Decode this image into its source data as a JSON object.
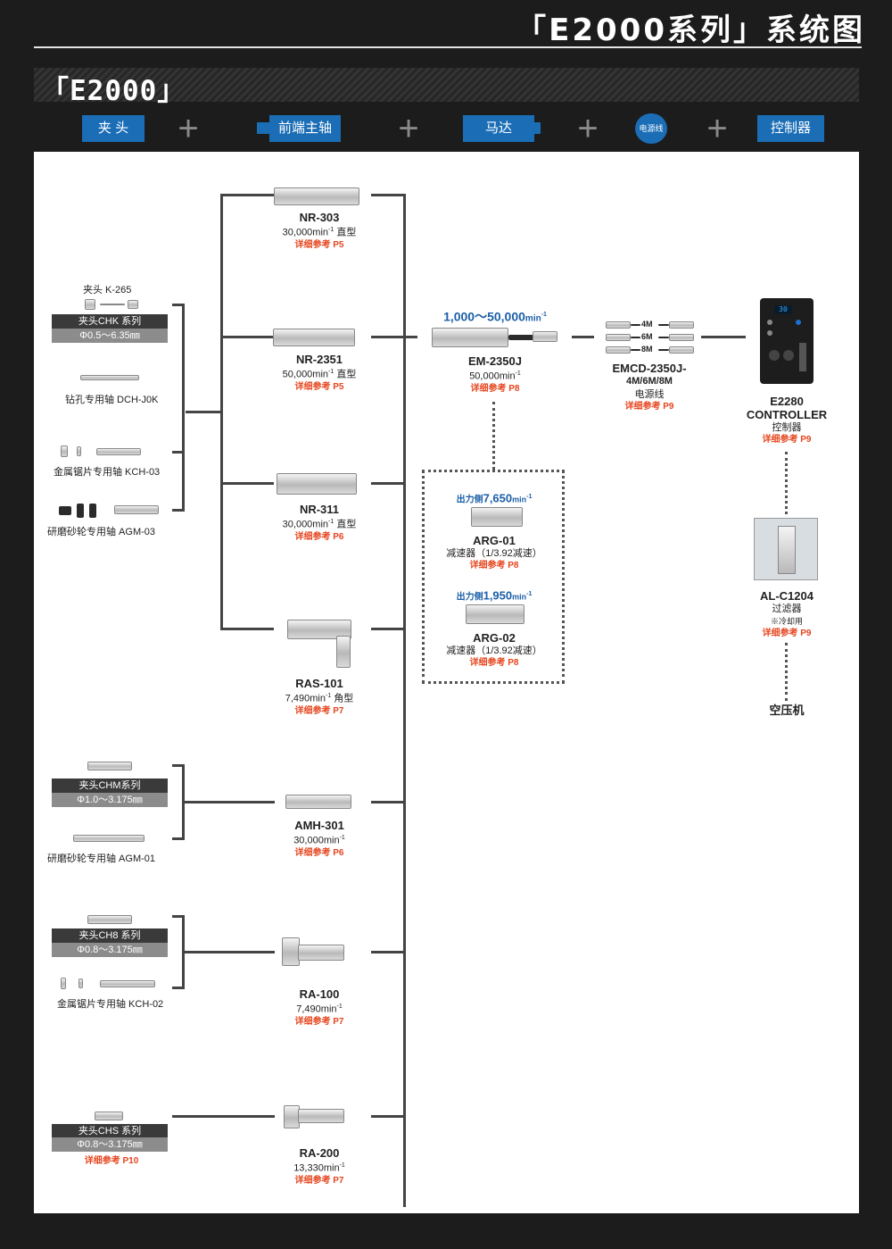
{
  "page": {
    "title": "「E2000系列」系统图",
    "section": "「E2000」"
  },
  "categories": [
    {
      "label": "夹 头",
      "color": "#1b6db6"
    },
    {
      "label": "前端主轴",
      "color": "#1b6db6"
    },
    {
      "label": "马达",
      "color": "#1b6db6"
    },
    {
      "label": "电源线",
      "color": "#1b6db6"
    },
    {
      "label": "控制器",
      "color": "#1b6db6"
    }
  ],
  "plus": "+",
  "chucks": {
    "k265": "夹头 K-265",
    "chk_title": "夹头CHK 系列",
    "chk_range": "Φ0.5～6.35㎜",
    "dch": "钻孔专用轴 DCH-J0K",
    "kch03": "金属锯片专用轴 KCH-03",
    "agm03": "研磨砂轮专用轴 AGM-03",
    "chm_title": "夹头CHM系列",
    "chm_range": "Φ1.0～3.175㎜",
    "agm01": "研磨砂轮专用轴 AGM-01",
    "ch8_title": "夹头CH8 系列",
    "ch8_range": "Φ0.8～3.175㎜",
    "kch02": "金属锯片专用轴 KCH-02",
    "chs_title": "夹头CHS 系列",
    "chs_range": "Φ0.8～3.175㎜",
    "chs_ref": "详细参考 P10"
  },
  "spindles": [
    {
      "name": "NR-303",
      "speed": "30,000min",
      "unit": "-1",
      "type": " 直型",
      "ref": "详细参考 P5"
    },
    {
      "name": "NR-2351",
      "speed": "50,000min",
      "unit": "-1",
      "type": " 直型",
      "ref": "详细参考 P5"
    },
    {
      "name": "NR-311",
      "speed": "30,000min",
      "unit": "-1",
      "type": " 直型",
      "ref": "详细参考 P6"
    },
    {
      "name": "RAS-101",
      "speed": "7,490min",
      "unit": "-1",
      "type": " 角型",
      "ref": "详细参考 P7"
    },
    {
      "name": "AMH-301",
      "speed": "30,000min",
      "unit": "-1",
      "type": "",
      "ref": "详细参考 P6"
    },
    {
      "name": "RA-100",
      "speed": "7,490min",
      "unit": "-1",
      "type": "",
      "ref": "详细参考 P7"
    },
    {
      "name": "RA-200",
      "speed": "13,330min",
      "unit": "-1",
      "type": "",
      "ref": "详细参考 P7"
    }
  ],
  "motor": {
    "range": "1,000～50,000",
    "range_unit": "min",
    "exp": "-1",
    "name": "EM-2350J",
    "speed": "50,000min",
    "unit": "-1",
    "ref": "详细参考 P8"
  },
  "reducers": [
    {
      "prefix": "出力侧",
      "speed": "7,650",
      "unit": "min",
      "exp": "-1",
      "name": "ARG-01",
      "desc": "减速器（1/3.92减速）",
      "ref": "详细参考 P8"
    },
    {
      "prefix": "出力侧",
      "speed": "1,950",
      "unit": "min",
      "exp": "-1",
      "name": "ARG-02",
      "desc": "减速器（1/3.92减速）",
      "ref": "详细参考 P8"
    }
  ],
  "cable": {
    "lengths": [
      "4M",
      "6M",
      "8M"
    ],
    "name": "EMCD-2350J-",
    "variants": "4M/6M/8M",
    "desc": "电源线",
    "ref": "详细参考 P9"
  },
  "controller": {
    "name": "E2280",
    "name2": "CONTROLLER",
    "desc": "控制器",
    "ref": "详细参考 P9",
    "display": "30"
  },
  "filter": {
    "name": "AL-C1204",
    "desc": "过滤器",
    "note": "※冷却用",
    "ref": "详细参考 P9"
  },
  "air": "空压机"
}
